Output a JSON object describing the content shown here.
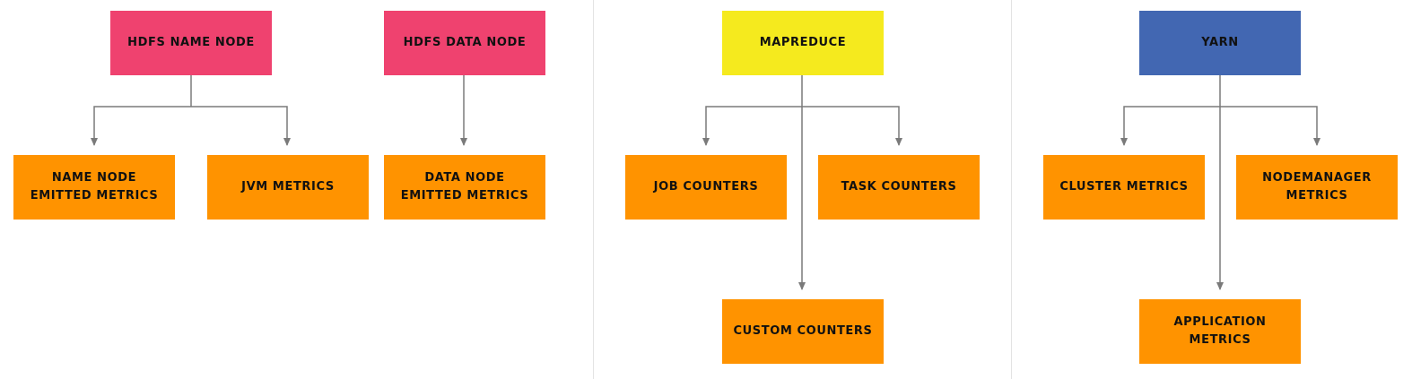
{
  "colors": {
    "hdfs_node": "#ef426f",
    "mapreduce_node": "#f5ea1e",
    "yarn_node": "#4267b2",
    "metric_node": "#ff9300",
    "connector": "#7a7a7a",
    "divider": "#e3e3e3"
  },
  "hdfs": {
    "name_node": "HDFS NAME NODE",
    "data_node": "HDFS DATA NODE",
    "name_node_emitted_metrics": "NAME NODE\nEMITTED METRICS",
    "jvm_metrics": "JVM METRICS",
    "data_node_emitted_metrics": "DATA NODE\nEMITTED METRICS"
  },
  "mapreduce": {
    "root": "MAPREDUCE",
    "job_counters": "JOB COUNTERS",
    "task_counters": "TASK COUNTERS",
    "custom_counters": "CUSTOM COUNTERS"
  },
  "yarn": {
    "root": "YARN",
    "cluster_metrics": "CLUSTER METRICS",
    "nodemanager_metrics": "NODEMANAGER\nMETRICS",
    "application_metrics": "APPLICATION\nMETRICS"
  }
}
